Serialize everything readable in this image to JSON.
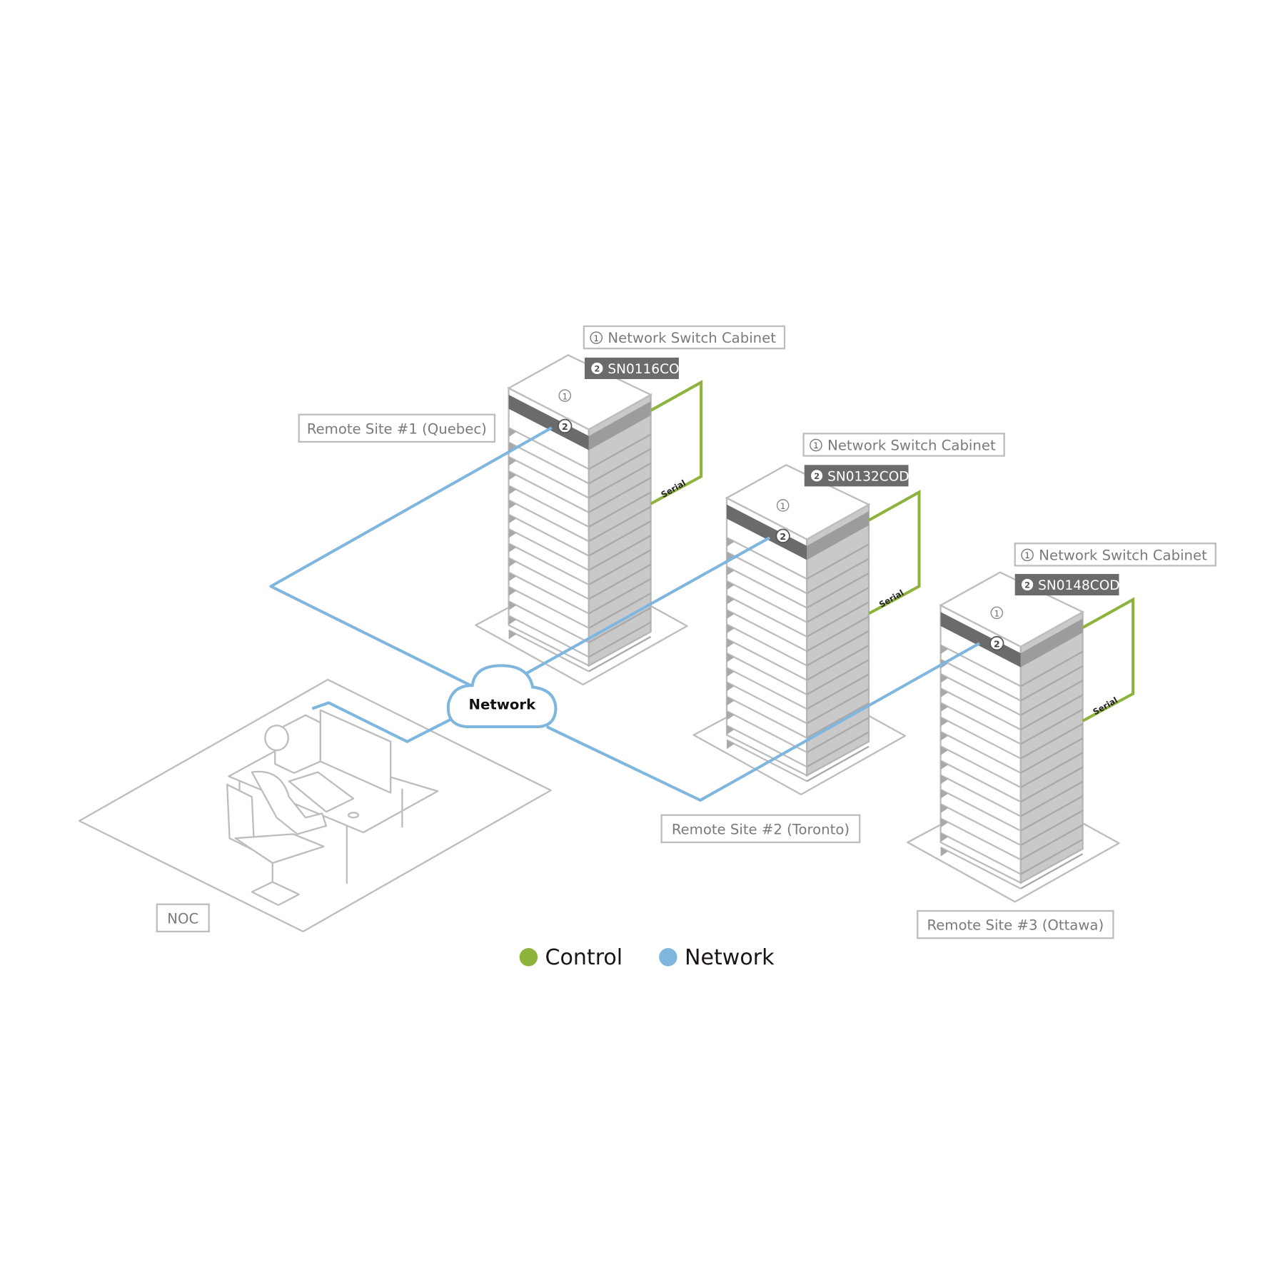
{
  "colors": {
    "control": "#8db33c",
    "network": "#7fb6de",
    "label_text": "#7a7a7a",
    "serial_box": "#6b6b6b"
  },
  "noc": {
    "label": "NOC"
  },
  "cloud": {
    "label": "Network"
  },
  "sites": [
    {
      "label": "Remote Site #1 (Quebec)",
      "cabinet_label": "Network Switch Cabinet",
      "cabinet_num": "1",
      "serial_num": "2",
      "serial_number": "SN0116CO",
      "serial_link": "Serial"
    },
    {
      "label": "Remote Site #2 (Toronto)",
      "cabinet_label": "Network Switch Cabinet",
      "cabinet_num": "1",
      "serial_num": "2",
      "serial_number": "SN0132COD",
      "serial_link": "Serial"
    },
    {
      "label": "Remote Site #3 (Ottawa)",
      "cabinet_label": "Network Switch Cabinet",
      "cabinet_num": "1",
      "serial_num": "2",
      "serial_number": "SN0148COD",
      "serial_link": "Serial"
    }
  ],
  "legend": [
    {
      "label": "Control",
      "color": "#8db33c"
    },
    {
      "label": "Network",
      "color": "#7fb6de"
    }
  ]
}
